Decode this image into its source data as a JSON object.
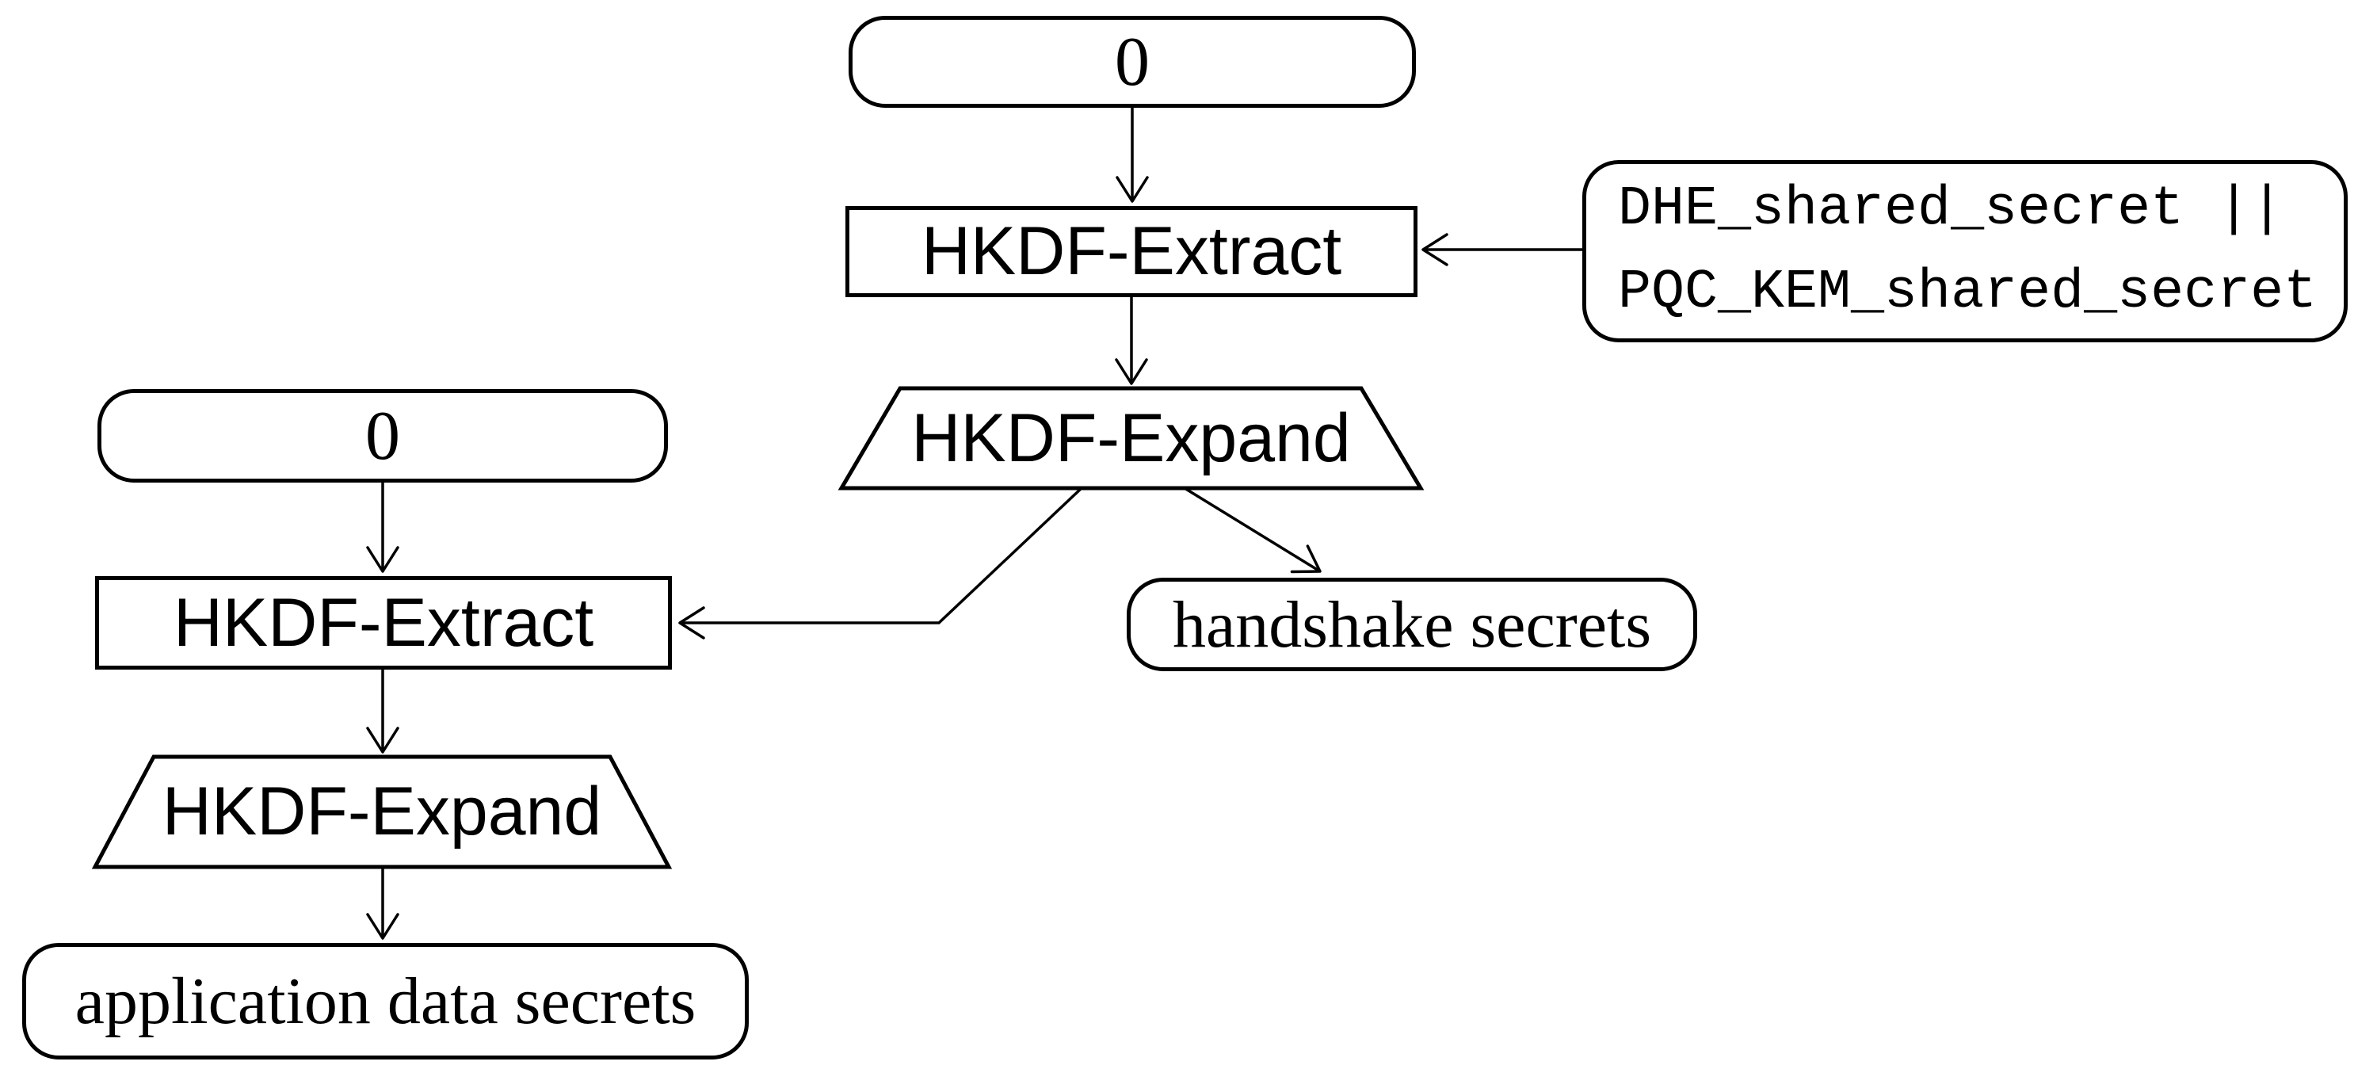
{
  "page": {
    "background": "#ffffff",
    "ink": "#000000"
  },
  "diagram": {
    "type": "flowchart-key-schedule",
    "nodes": {
      "top_zero": {
        "shape": "rounded",
        "label": "0"
      },
      "top_extract": {
        "shape": "rect",
        "label": "HKDF-Extract"
      },
      "dhe_input": {
        "shape": "rounded",
        "line1": "DHE_shared_secret ||",
        "line2": "PQC_KEM_shared_secret"
      },
      "top_expand": {
        "shape": "trapezoid",
        "label": "HKDF-Expand"
      },
      "handshake_secrets": {
        "shape": "rounded",
        "label": "handshake secrets"
      },
      "left_zero": {
        "shape": "rounded",
        "label": "0"
      },
      "left_extract": {
        "shape": "rect",
        "label": "HKDF-Extract"
      },
      "left_expand": {
        "shape": "trapezoid",
        "label": "HKDF-Expand"
      },
      "app_secrets": {
        "shape": "rounded",
        "label": "application data secrets"
      }
    },
    "edges": [
      {
        "from": "top_zero",
        "to": "top_extract"
      },
      {
        "from": "dhe_input",
        "to": "top_extract"
      },
      {
        "from": "top_extract",
        "to": "top_expand"
      },
      {
        "from": "top_expand",
        "to": "handshake_secrets"
      },
      {
        "from": "top_expand",
        "to": "left_extract"
      },
      {
        "from": "left_zero",
        "to": "left_extract"
      },
      {
        "from": "left_extract",
        "to": "left_expand"
      },
      {
        "from": "left_expand",
        "to": "app_secrets"
      }
    ]
  }
}
